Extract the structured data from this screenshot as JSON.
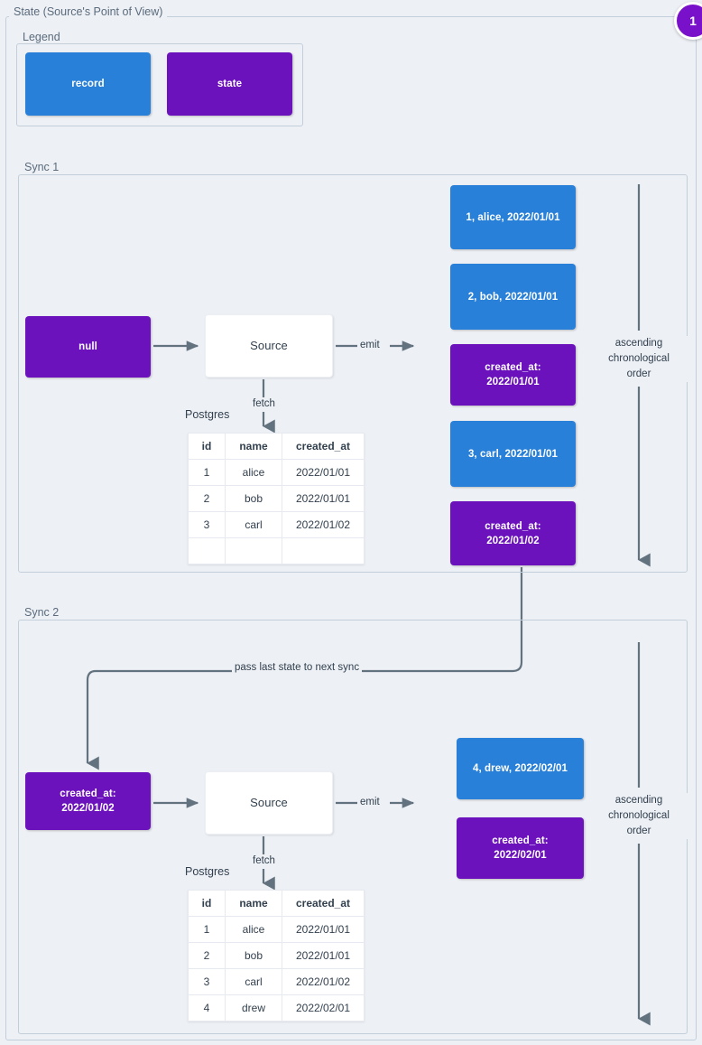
{
  "diagram": {
    "title": "State (Source's Point of View)",
    "badge": "1",
    "colors": {
      "record": "#2980d8",
      "state": "#6c12bd",
      "background": "#edf0f5",
      "connector": "#63727f",
      "frame_border": "#c3cedb",
      "badge": "#7811c9"
    }
  },
  "legend": {
    "label": "Legend",
    "items": [
      {
        "name": "record",
        "label": "record",
        "color": "#2980d8"
      },
      {
        "name": "state",
        "label": "state",
        "color": "#6c12bd"
      }
    ]
  },
  "sync1": {
    "label": "Sync 1",
    "input_state": "null",
    "source": "Source",
    "emit_label": "emit",
    "fetch_label": "fetch",
    "db_label": "Postgres",
    "order_label": "ascending\nchronological\norder",
    "order_line1": "ascending",
    "order_line2": "chronological",
    "order_line3": "order",
    "table": {
      "columns": [
        "id",
        "name",
        "created_at"
      ],
      "rows": [
        [
          "1",
          "alice",
          "2022/01/01"
        ],
        [
          "2",
          "bob",
          "2022/01/01"
        ],
        [
          "3",
          "carl",
          "2022/01/02"
        ],
        [
          "",
          "",
          ""
        ]
      ]
    },
    "stream": [
      {
        "type": "record",
        "label": "1, alice, 2022/01/01"
      },
      {
        "type": "record",
        "label": "2, bob, 2022/01/01"
      },
      {
        "type": "state",
        "line1": "created_at:",
        "line2": "2022/01/01"
      },
      {
        "type": "record",
        "label": "3, carl, 2022/01/01"
      },
      {
        "type": "state",
        "line1": "created_at:",
        "line2": "2022/01/02"
      }
    ]
  },
  "sync2": {
    "label": "Sync 2",
    "pass_state_label": "pass last state to next sync",
    "input_state_line1": "created_at:",
    "input_state_line2": "2022/01/02",
    "source": "Source",
    "emit_label": "emit",
    "fetch_label": "fetch",
    "db_label": "Postgres",
    "order_line1": "ascending",
    "order_line2": "chronological",
    "order_line3": "order",
    "table": {
      "columns": [
        "id",
        "name",
        "created_at"
      ],
      "rows": [
        [
          "1",
          "alice",
          "2022/01/01"
        ],
        [
          "2",
          "bob",
          "2022/01/01"
        ],
        [
          "3",
          "carl",
          "2022/01/02"
        ],
        [
          "4",
          "drew",
          "2022/02/01"
        ]
      ]
    },
    "stream": [
      {
        "type": "record",
        "label": "4, drew, 2022/02/01"
      },
      {
        "type": "state",
        "line1": "created_at:",
        "line2": "2022/02/01"
      }
    ]
  }
}
